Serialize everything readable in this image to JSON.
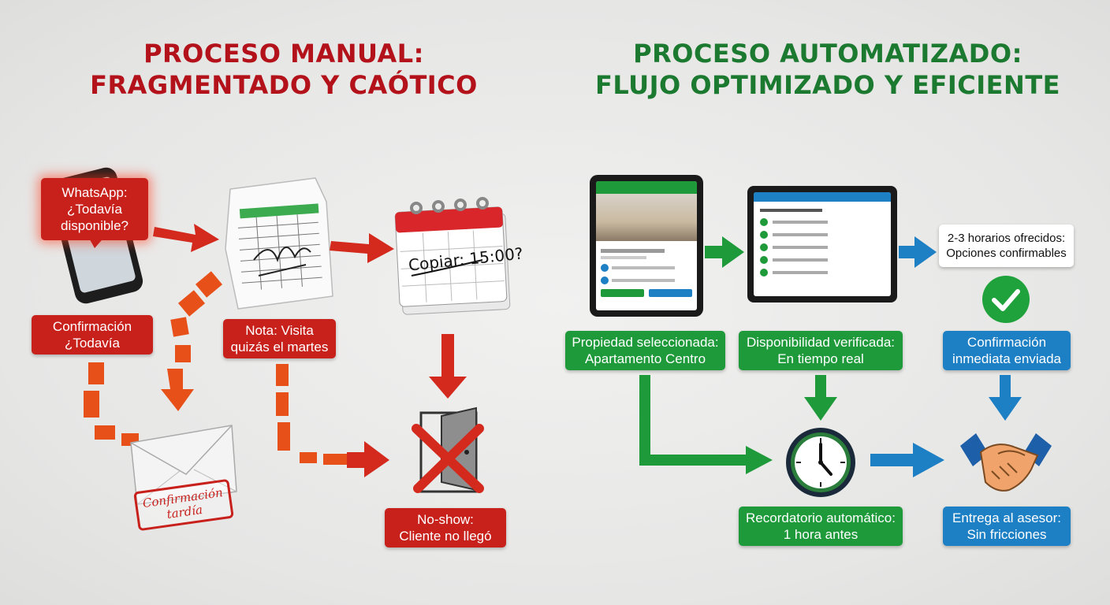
{
  "manual": {
    "title_line1": "PROCESO MANUAL:",
    "title_line2": "FRAGMENTADO Y CAÓTICO",
    "whatsapp": [
      "WhatsApp:",
      "¿Todavía",
      "disponible?"
    ],
    "confirm_label": [
      "Confirmación",
      "¿Todavía"
    ],
    "note_label": [
      "Nota: Visita",
      "quizás el martes"
    ],
    "calendar_text": "Copiar: 15:00?",
    "stamp": [
      "Confirmación",
      "tardía"
    ],
    "noshow": [
      "No-show:",
      "Cliente no llegó"
    ]
  },
  "auto": {
    "title_line1": "PROCESO AUTOMATIZADO:",
    "title_line2": "FLUJO OPTIMIZADO Y EFICIENTE",
    "property": [
      "Propiedad seleccionada:",
      "Apartamento Centro"
    ],
    "availability": [
      "Disponibilidad verificada:",
      "En tiempo real"
    ],
    "offered": [
      "2-3 horarios ofrecidos:",
      "Opciones confirmables"
    ],
    "confirmation": [
      "Confirmación",
      "inmediata enviada"
    ],
    "reminder": [
      "Recordatorio automático:",
      "1 hora antes"
    ],
    "handoff": [
      "Entrega al asesor:",
      "Sin fricciones"
    ]
  },
  "colors": {
    "red": "#c8211c",
    "green": "#1e9a3a",
    "blue": "#1d7fc4",
    "orange": "#e8501a"
  }
}
